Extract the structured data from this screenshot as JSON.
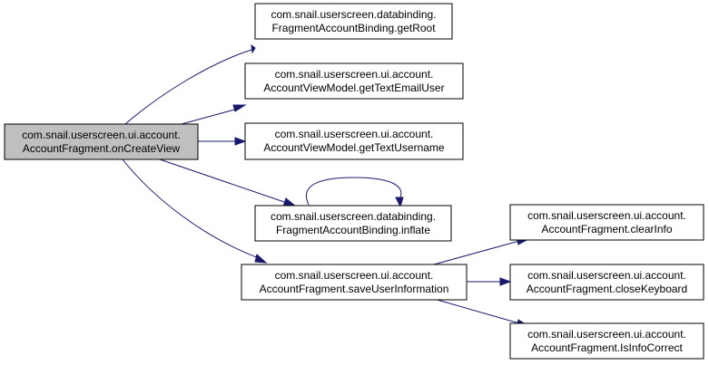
{
  "colors": {
    "root_fill": "#bfbfbf",
    "node_fill": "#ffffff",
    "border": "#000000",
    "edge": "#191970"
  },
  "nodes": {
    "root": {
      "line1": "com.snail.userscreen.ui.account.",
      "line2": "AccountFragment.onCreateView"
    },
    "getroot": {
      "line1": "com.snail.userscreen.databinding.",
      "line2": "FragmentAccountBinding.getRoot"
    },
    "getemail": {
      "line1": "com.snail.userscreen.ui.account.",
      "line2": "AccountViewModel.getTextEmailUser"
    },
    "getusername": {
      "line1": "com.snail.userscreen.ui.account.",
      "line2": "AccountViewModel.getTextUsername"
    },
    "inflate": {
      "line1": "com.snail.userscreen.databinding.",
      "line2": "FragmentAccountBinding.inflate"
    },
    "saveuser": {
      "line1": "com.snail.userscreen.ui.account.",
      "line2": "AccountFragment.saveUserInformation"
    },
    "clearinfo": {
      "line1": "com.snail.userscreen.ui.account.",
      "line2": "AccountFragment.clearInfo"
    },
    "closekeyboard": {
      "line1": "com.snail.userscreen.ui.account.",
      "line2": "AccountFragment.closeKeyboard"
    },
    "isinfocorrect": {
      "line1": "com.snail.userscreen.ui.account.",
      "line2": "AccountFragment.IsInfoCorrect"
    }
  }
}
